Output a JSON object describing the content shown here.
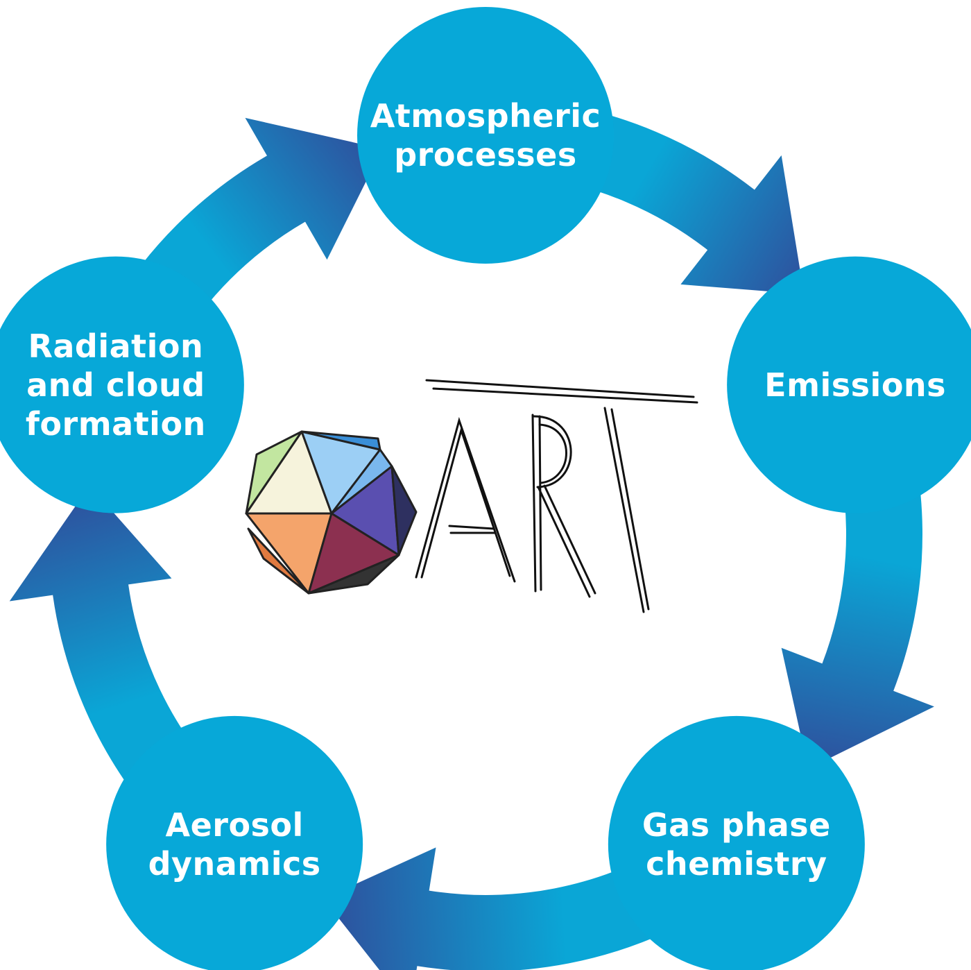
{
  "title": "ART process cycle",
  "logo": {
    "text": "ART"
  },
  "nodes": [
    {
      "id": "atmospheric",
      "label": "Atmospheric\nprocesses"
    },
    {
      "id": "emissions",
      "label": "Emissions"
    },
    {
      "id": "gas-phase",
      "label": "Gas phase\nchemistry"
    },
    {
      "id": "aerosol",
      "label": "Aerosol\ndynamics"
    },
    {
      "id": "radiation",
      "label": "Radiation\nand cloud\nformation"
    }
  ],
  "edges": [
    {
      "from": "atmospheric",
      "to": "emissions"
    },
    {
      "from": "emissions",
      "to": "gas-phase"
    },
    {
      "from": "gas-phase",
      "to": "aerosol"
    },
    {
      "from": "aerosol",
      "to": "radiation"
    },
    {
      "from": "radiation",
      "to": "atmospheric"
    }
  ],
  "colors": {
    "circle": "#07a8d8",
    "arrow_light": "#0aa6d6",
    "arrow_dark": "#2f4f9c"
  }
}
